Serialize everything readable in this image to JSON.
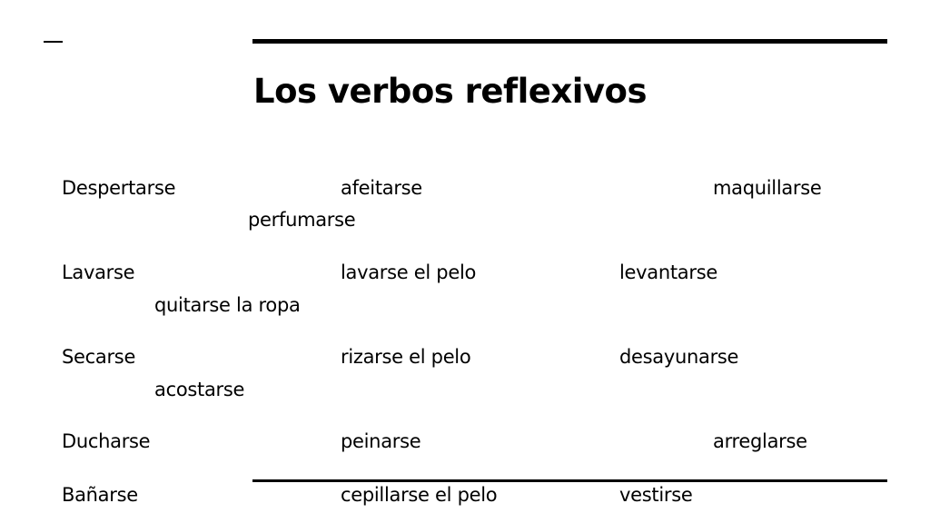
{
  "slide": {
    "title": "Los verbos reflexivos",
    "rows": [
      [
        "Despertarse",
        "afeitarse",
        "maquillarse",
        "perfumarse"
      ],
      [
        "Lavarse",
        "lavarse el pelo",
        "levantarse",
        "quitarse la ropa"
      ],
      [
        "Secarse",
        "rizarse el pelo",
        "desayunarse",
        "acostarse"
      ],
      [
        "Ducharse",
        "peinarse",
        "arreglarse"
      ],
      [
        "Bañarse",
        "cepillarse el pelo",
        "vestirse"
      ]
    ]
  }
}
